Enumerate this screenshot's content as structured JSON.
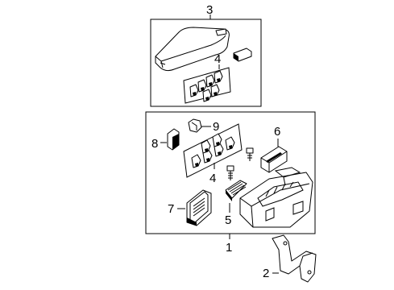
{
  "callouts": {
    "c1": "1",
    "c2": "2",
    "c3": "3",
    "c4_top": "4",
    "c4_mid": "4",
    "c5": "5",
    "c6": "6",
    "c7": "7",
    "c8": "8",
    "c9": "9"
  }
}
